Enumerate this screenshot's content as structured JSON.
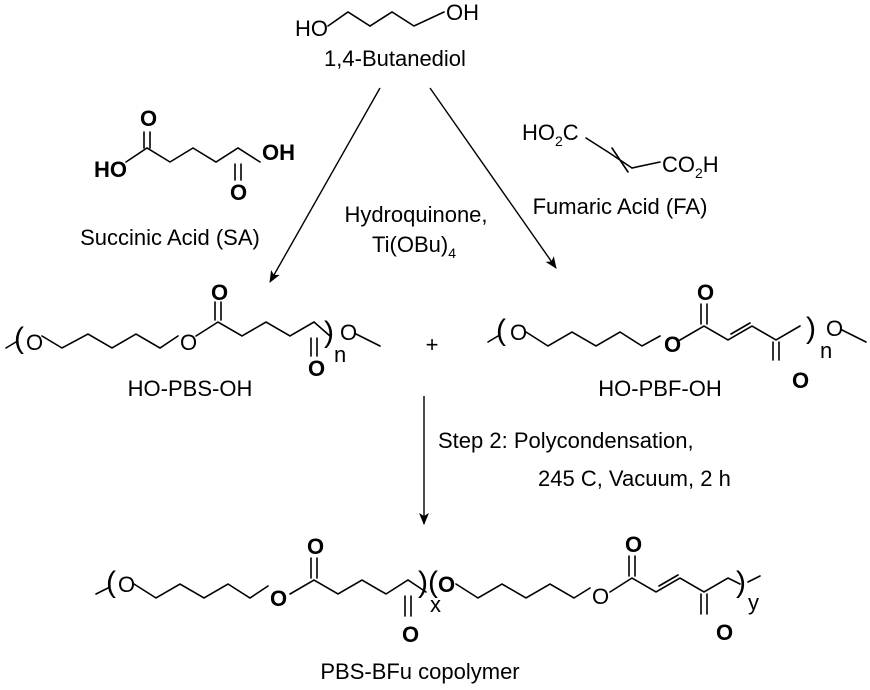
{
  "butanediol": {
    "name": "1,4-Butanediol",
    "ho": "HO",
    "oh": "OH"
  },
  "succinic": {
    "name": "Succinic Acid (SA)",
    "o": "O",
    "ho": "HO",
    "oh": "OH"
  },
  "fumaric": {
    "name": "Fumaric Acid (FA)",
    "ho2c_main": "HO",
    "ho2c_sub": "2",
    "ho2c_end": "C",
    "co2h_main": "CO",
    "co2h_sub": "2",
    "co2h_end": "H"
  },
  "catalyst": {
    "line1": "Hydroquinone,",
    "line2_main": "Ti(OBu)",
    "line2_sub": "4"
  },
  "pbs": {
    "name": "HO-PBS-OH",
    "o": "O",
    "n": "n"
  },
  "plus": "+",
  "pbf": {
    "name": "HO-PBF-OH",
    "o": "O",
    "n": "n"
  },
  "step2": {
    "line1": "Step 2: Polycondensation,",
    "line2": "245 C, Vacuum, 2 h"
  },
  "copolymer": {
    "name": "PBS-BFu copolymer",
    "o": "O",
    "x": "x",
    "y": "y"
  }
}
